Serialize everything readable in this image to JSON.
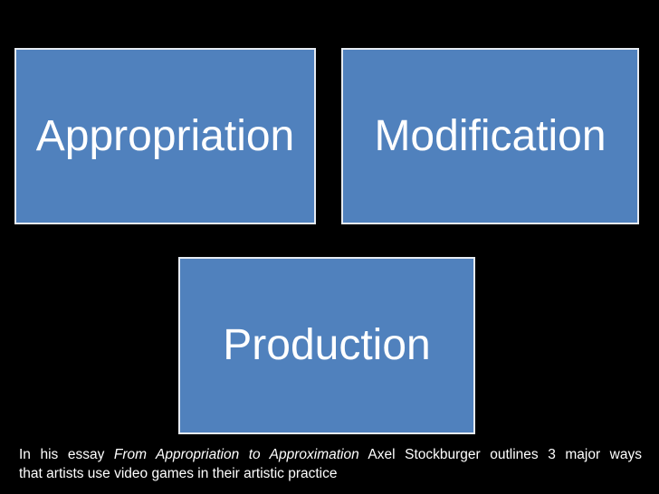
{
  "boxes": [
    {
      "label": "Appropriation"
    },
    {
      "label": "Modification"
    },
    {
      "label": "Production"
    }
  ],
  "caption": {
    "line1_prefix": "In his essay ",
    "line1_italic": "From Appropriation to Approximation",
    "line1_suffix": " Axel Stockburger outlines 3 major ways",
    "line2": "that artists use video games in their artistic practice"
  },
  "colors": {
    "background": "#000000",
    "box_fill": "#5081BD",
    "box_border": "#E6EBF2",
    "text": "#FFFFFF"
  }
}
